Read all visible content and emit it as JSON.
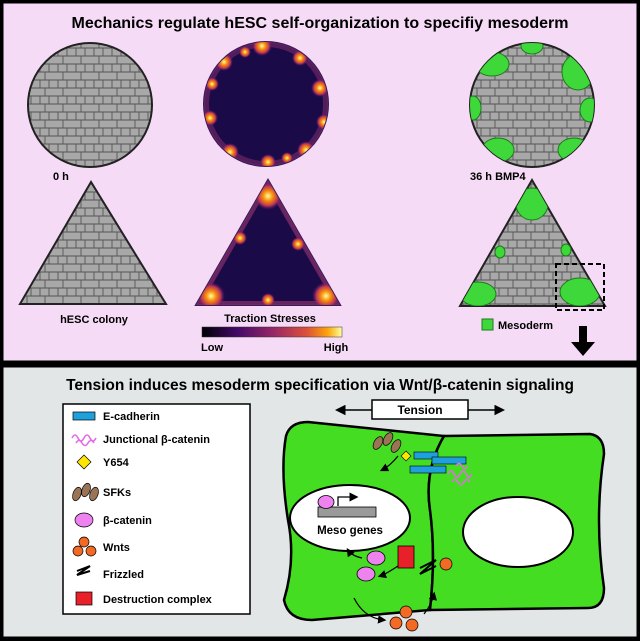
{
  "top_panel": {
    "title": "Mechanics regulate hESC self-organization to specifiy mesoderm",
    "label_0h": "0 h",
    "label_36h": "36 h BMP4",
    "label_colony": "hESC colony",
    "label_traction": "Traction Stresses",
    "colorbar_low": "Low",
    "colorbar_high": "High",
    "legend_mesoderm": "Mesoderm"
  },
  "bottom_panel": {
    "title": "Tension induces mesoderm specification via Wnt/β-catenin signaling",
    "tension_label": "Tension",
    "meso_genes_label": "Meso genes",
    "legend": [
      {
        "label": "E-cadherin",
        "icon": "e-cadherin-icon"
      },
      {
        "label": "Junctional β-catenin",
        "icon": "junctional-beta-catenin-icon"
      },
      {
        "label": "Y654",
        "icon": "y654-icon"
      },
      {
        "label": "SFKs",
        "icon": "sfk-icon"
      },
      {
        "label": "β-catenin",
        "icon": "beta-catenin-icon"
      },
      {
        "label": "Wnts",
        "icon": "wnt-icon"
      },
      {
        "label": "Frizzled",
        "icon": "frizzled-icon"
      },
      {
        "label": "Destruction complex",
        "icon": "destruction-complex-icon"
      }
    ]
  },
  "colors": {
    "top_bg": "#f6dbf6",
    "bottom_bg": "#e3e6e6",
    "cell_gray": "#a8a8a8",
    "mesoderm_green": "#3ed83a",
    "cell_green": "#44dd22",
    "e_cadherin": "#1ea0dc",
    "junctional_beta_catenin": "#e46ce4",
    "y654": "#ffe600",
    "sfk": "#9b7355",
    "beta_catenin": "#ee82ee",
    "wnt": "#f26a24",
    "destruction_complex": "#e8202a",
    "traction_low": "#0c0434",
    "traction_high": "#fcffa4"
  }
}
